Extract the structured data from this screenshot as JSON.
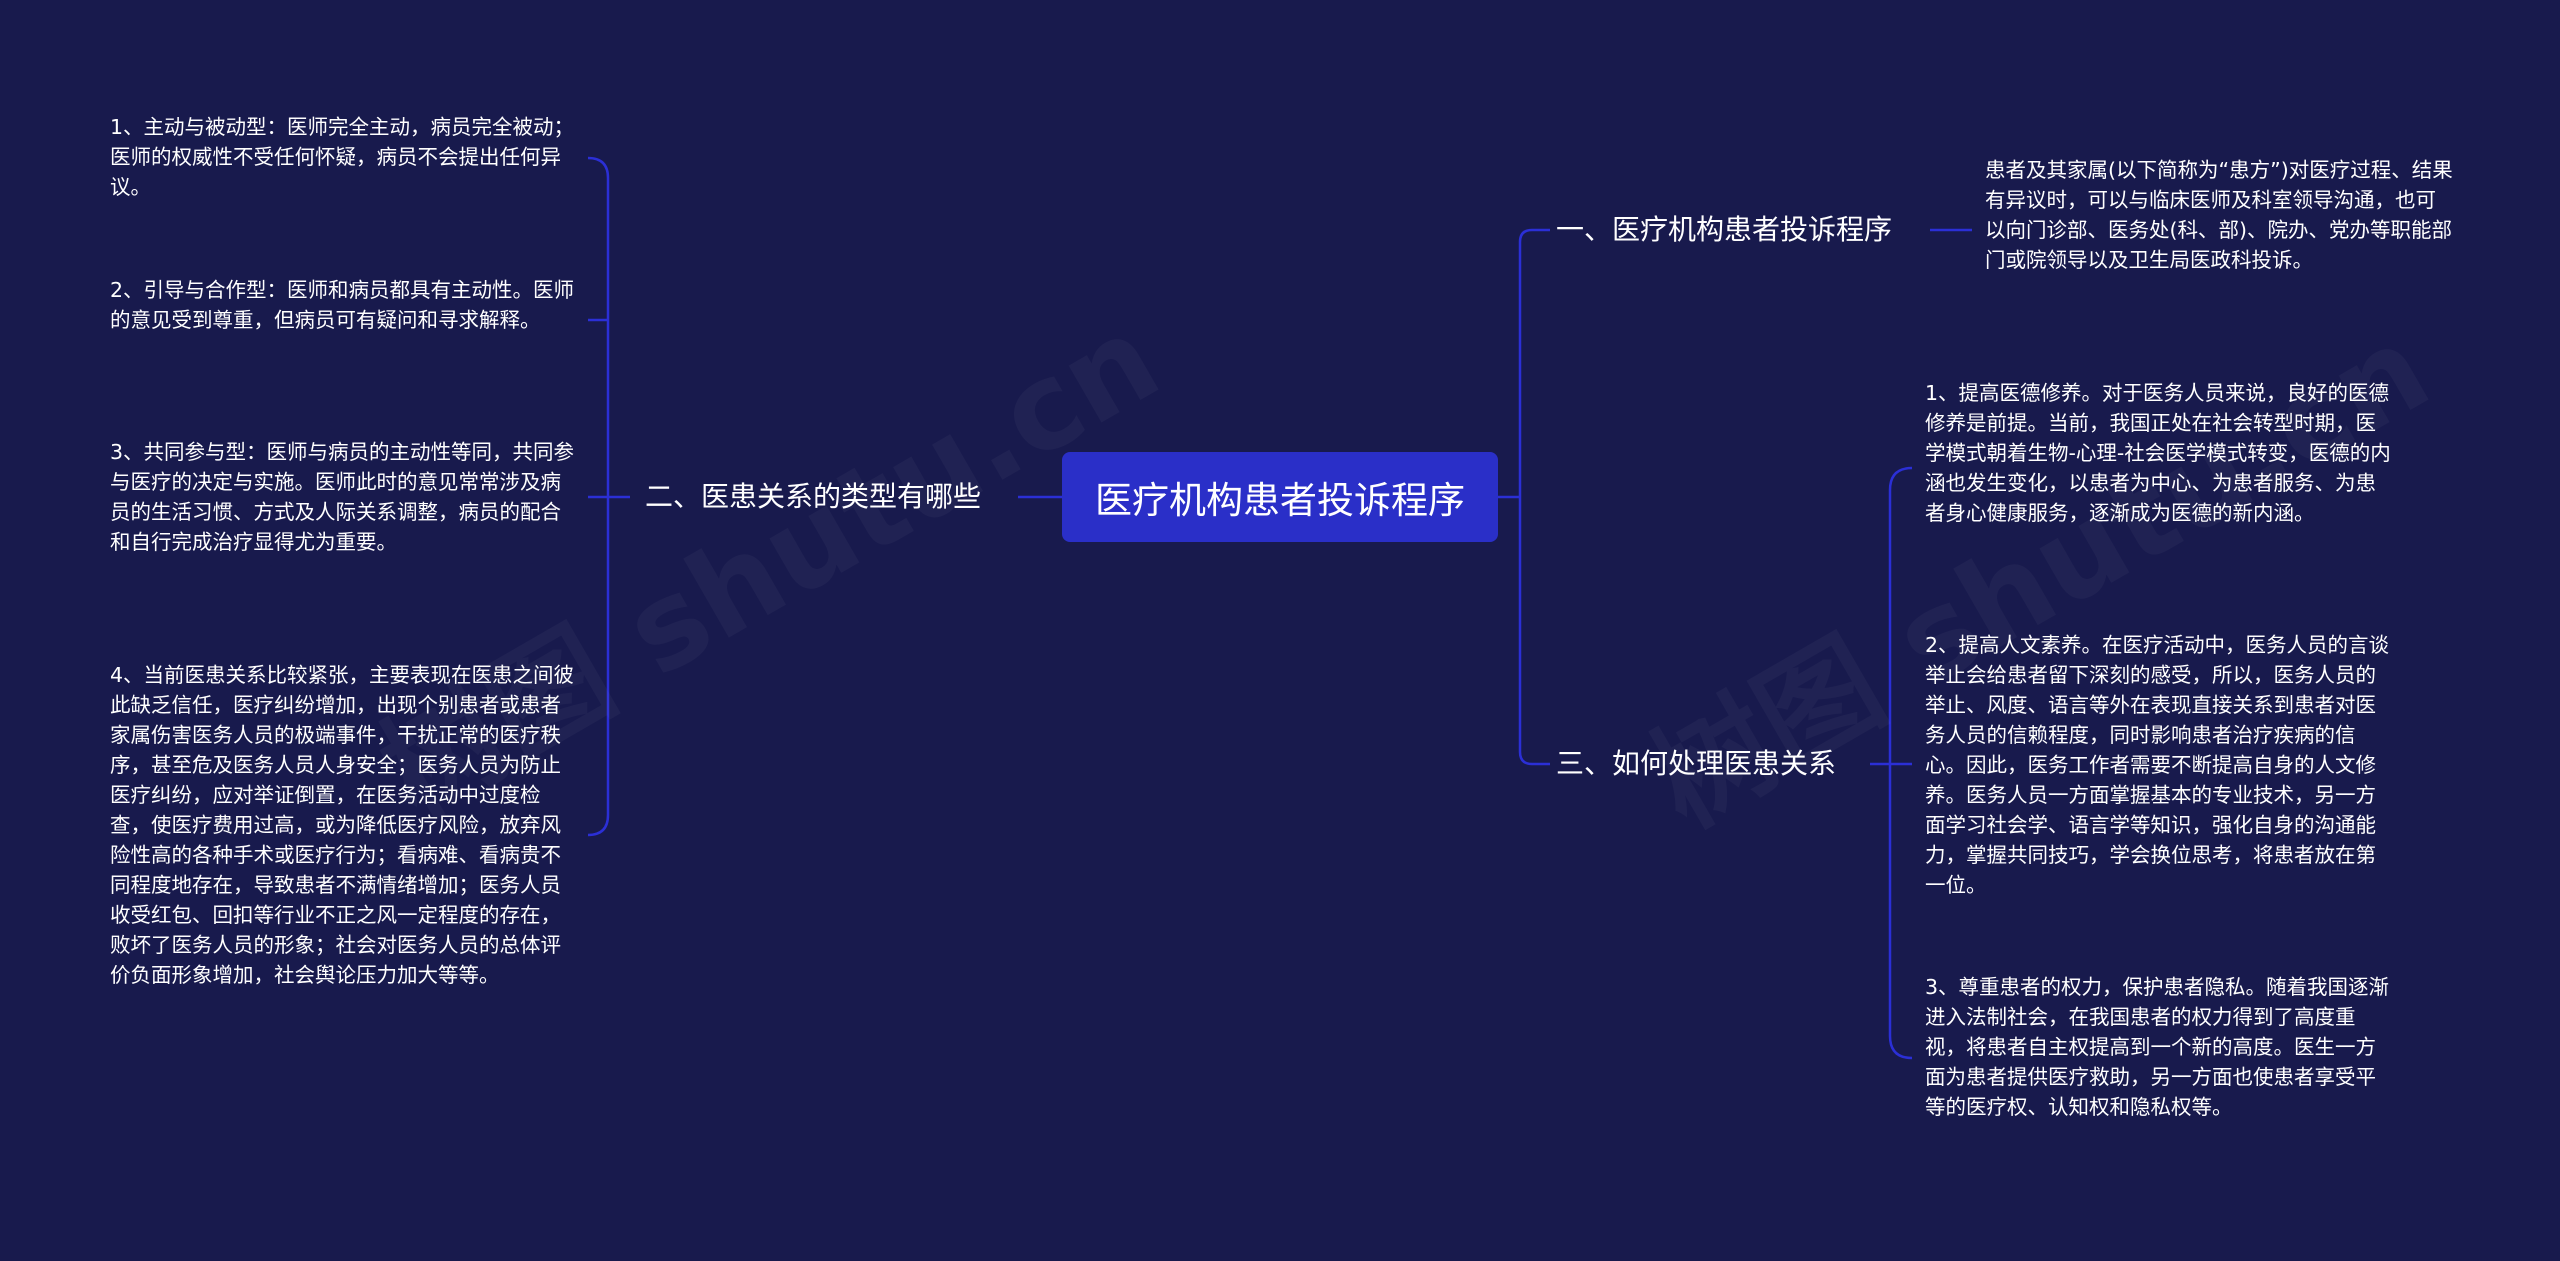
{
  "root": {
    "label": "医疗机构患者投诉程序"
  },
  "watermark": "树图 shutu.cn",
  "colors": {
    "background": "#181a4d",
    "root_fill": "#2a2fc8",
    "line": "#2b2fd6",
    "text": "#ffffff"
  },
  "branches": [
    {
      "label": "一、医疗机构患者投诉程序",
      "items": [
        "患者及其家属(以下简称为“患方”)对医疗过程、结果有异议时，可以与临床医师及科室领导沟通，也可以向门诊部、医务处(科、部)、院办、党办等职能部门或院领导以及卫生局医政科投诉。"
      ]
    },
    {
      "label": "二、医患关系的类型有哪些",
      "items": [
        "1、主动与被动型：医师完全主动，病员完全被动；医师的权威性不受任何怀疑，病员不会提出任何异议。",
        "2、引导与合作型：医师和病员都具有主动性。医师的意见受到尊重，但病员可有疑问和寻求解释。",
        "3、共同参与型：医师与病员的主动性等同，共同参与医疗的决定与实施。医师此时的意见常常涉及病员的生活习惯、方式及人际关系调整，病员的配合和自行完成治疗显得尤为重要。",
        "4、当前医患关系比较紧张，主要表现在医患之间彼此缺乏信任，医疗纠纷增加，出现个别患者或患者家属伤害医务人员的极端事件，干扰正常的医疗秩序，甚至危及医务人员人身安全；医务人员为防止医疗纠纷，应对举证倒置，在医务活动中过度检查，使医疗费用过高，或为降低医疗风险，放弃风险性高的各种手术或医疗行为；看病难、看病贵不同程度地存在，导致患者不满情绪增加；医务人员收受红包、回扣等行业不正之风一定程度的存在，败坏了医务人员的形象；社会对医务人员的总体评价负面形象增加，社会舆论压力加大等等。"
      ]
    },
    {
      "label": "三、如何处理医患关系",
      "items": [
        "1、提高医德修养。对于医务人员来说，良好的医德修养是前提。当前，我国正处在社会转型时期，医学模式朝着生物-心理-社会医学模式转变，医德的内涵也发生变化，以患者为中心、为患者服务、为患者身心健康服务，逐渐成为医德的新内涵。",
        "2、提高人文素养。在医疗活动中，医务人员的言谈举止会给患者留下深刻的感受，所以，医务人员的举止、风度、语言等外在表现直接关系到患者对医务人员的信赖程度，同时影响患者治疗疾病的信心。因此，医务工作者需要不断提高自身的人文修养。医务人员一方面掌握基本的专业技术，另一方面学习社会学、语言学等知识，强化自身的沟通能力，掌握共同技巧，学会换位思考，将患者放在第一位。",
        "3、尊重患者的权力，保护患者隐私。随着我国逐渐进入法制社会，在我国患者的权力得到了高度重视，将患者自主权提高到一个新的高度。医生一方面为患者提供医疗救助，另一方面也使患者享受平等的医疗权、认知权和隐私权等。"
      ]
    }
  ]
}
